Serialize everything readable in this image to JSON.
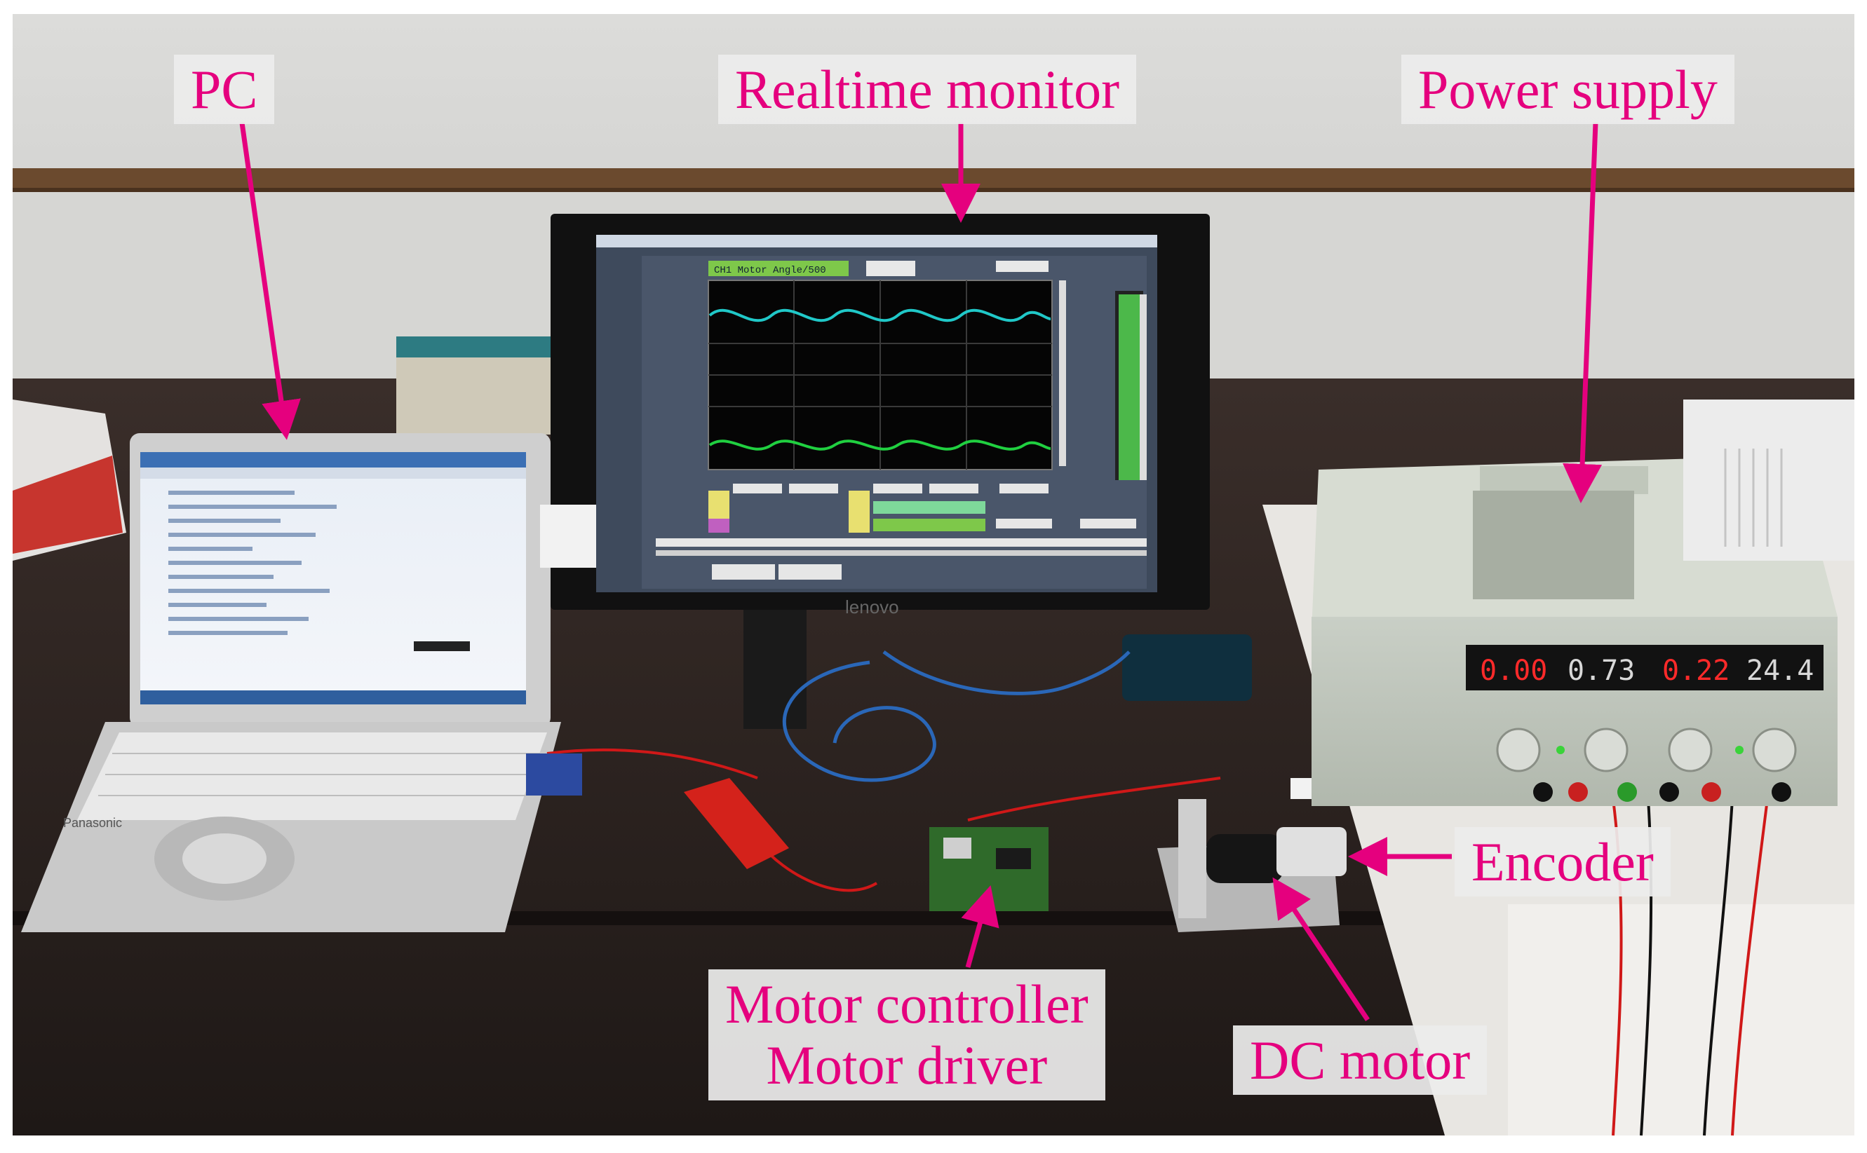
{
  "labels": {
    "pc": "PC",
    "realtime_monitor": "Realtime monitor",
    "power_supply": "Power supply",
    "encoder": "Encoder",
    "dc_motor": "DC motor",
    "motor_controller": "Motor controller",
    "motor_driver": "Motor driver"
  },
  "screen": {
    "channel_label": "CH1  Motor Angle/500",
    "brand": "lenovo"
  },
  "power_supply_display": [
    "0.00",
    "0.73",
    "0.22",
    "24.4"
  ],
  "laptop": {
    "brand": "Panasonic"
  },
  "colors": {
    "label_text": "#e5007e",
    "arrow": "#e5007e",
    "trace_top": "#20c8c8",
    "trace_bottom": "#20d040",
    "ps_digits": "#ff2a2a"
  }
}
